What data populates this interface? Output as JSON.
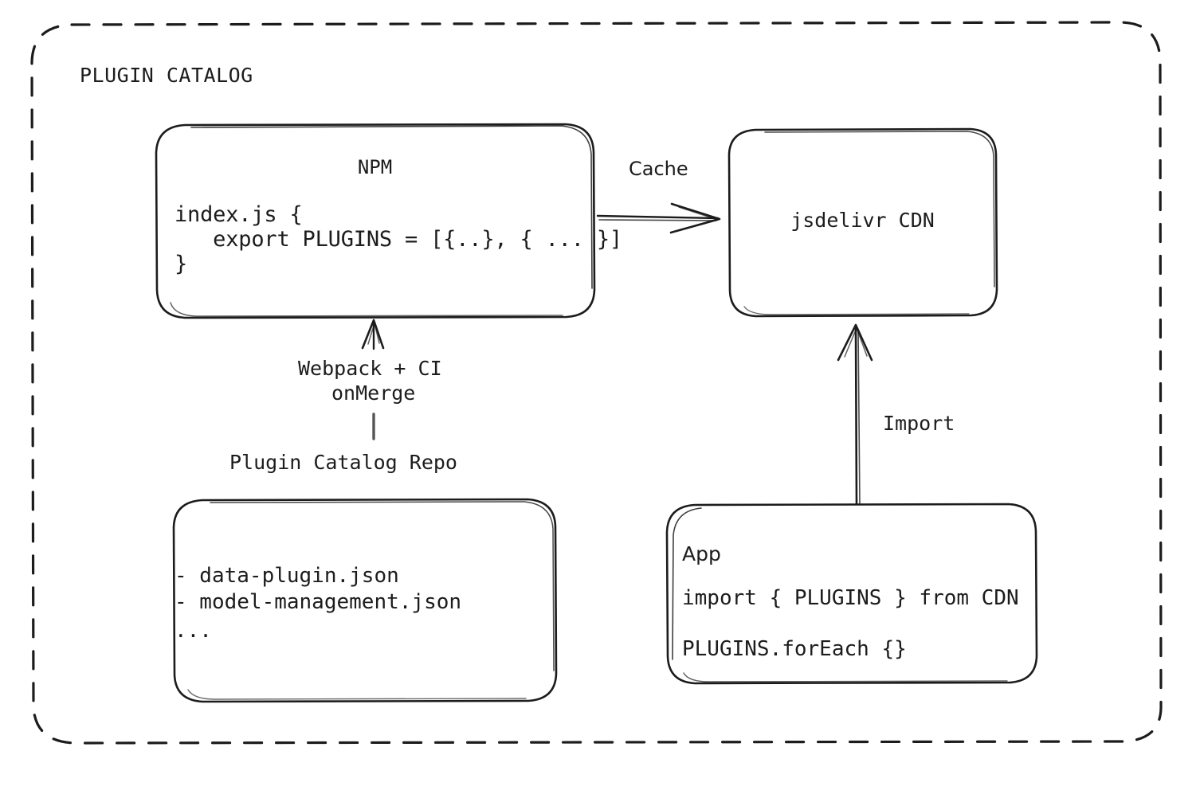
{
  "diagram": {
    "title": "PLUGIN CATALOG",
    "background_color": "#ffffff",
    "stroke_color": "#1c1c1c",
    "nodes": {
      "npm": {
        "title": "NPM",
        "code": [
          "index.js {",
          "   export PLUGINS = [{..}, { ... }]",
          "}"
        ]
      },
      "cdn": {
        "title": "jsdelivr CDN"
      },
      "repo": {
        "caption": "Plugin Catalog Repo",
        "files": [
          "- data-plugin.json",
          "- model-management.json",
          "..."
        ]
      },
      "app": {
        "title": "App",
        "code": [
          "import { PLUGINS } from CDN",
          "PLUGINS.forEach {}"
        ]
      }
    },
    "edges": {
      "cache": {
        "label": "Cache",
        "from": "npm",
        "to": "cdn"
      },
      "import": {
        "label": "Import",
        "from": "app",
        "to": "cdn"
      },
      "build": {
        "label_line1": "Webpack + CI",
        "label_line2": "onMerge",
        "from": "repo",
        "to": "npm"
      }
    }
  }
}
